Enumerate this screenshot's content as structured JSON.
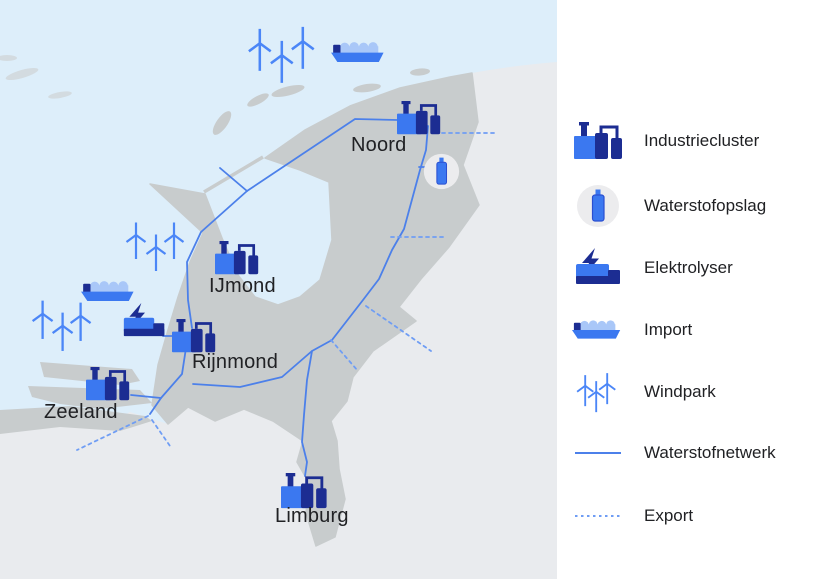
{
  "map": {
    "labels": [
      {
        "id": "noord",
        "text": "Noord"
      },
      {
        "id": "ijmond",
        "text": "IJmond"
      },
      {
        "id": "rijnmond",
        "text": "Rijnmond"
      },
      {
        "id": "zeeland",
        "text": "Zeeland"
      },
      {
        "id": "limburg",
        "text": "Limburg"
      }
    ],
    "features": {
      "industrieclusters": [
        "Noord",
        "IJmond",
        "Rijnmond",
        "Zeeland",
        "Limburg"
      ],
      "waterstofopslag_locations": 1,
      "elektrolyser_locations": 1,
      "import_ships": 2,
      "windparks": 3
    }
  },
  "legend": {
    "items": [
      {
        "icon": "industriecluster-icon",
        "label": "Industriecluster"
      },
      {
        "icon": "waterstofopslag-icon",
        "label": "Waterstofopslag"
      },
      {
        "icon": "elektrolyser-icon",
        "label": "Elektrolyser"
      },
      {
        "icon": "import-icon",
        "label": "Import"
      },
      {
        "icon": "windpark-icon",
        "label": "Windpark"
      },
      {
        "icon": "waterstofnetwerk-icon",
        "label": "Waterstofnetwerk"
      },
      {
        "icon": "export-icon",
        "label": "Export"
      }
    ]
  },
  "colors": {
    "sea": "#ddeefa",
    "netherlands_land": "#c8cccd",
    "neighbor_land": "#e9ebee",
    "bright_blue": "#3b78f0",
    "navy": "#1c2d92",
    "cargo_blue": "#a9c7f8",
    "network_line": "#4c80ea",
    "export_line": "#6f9df4",
    "text": "#202124"
  }
}
